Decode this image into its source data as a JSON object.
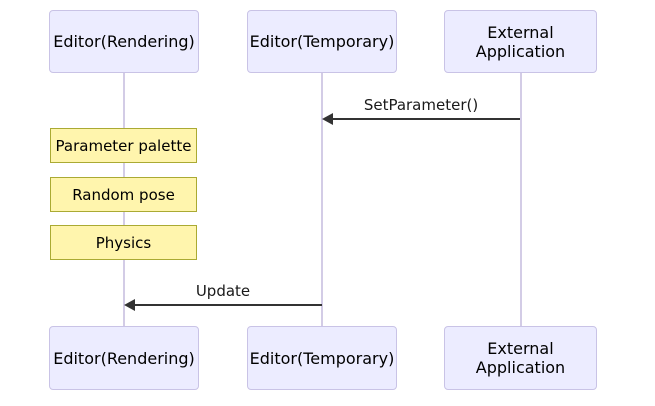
{
  "diagram": {
    "type": "sequence-diagram",
    "actors": [
      {
        "name": "Editor(Rendering)"
      },
      {
        "name": "Editor(Temporary)"
      },
      {
        "name": "External Application"
      }
    ],
    "messages": [
      {
        "label": "SetParameter()",
        "from": "External Application",
        "to": "Editor(Temporary)",
        "style": "solid-filled-arrow"
      },
      {
        "label": "Update",
        "from": "Editor(Temporary)",
        "to": "Editor(Rendering)",
        "style": "solid-filled-arrow"
      }
    ],
    "notes": [
      {
        "label": "Parameter palette",
        "over": "Editor(Rendering)"
      },
      {
        "label": "Random pose",
        "over": "Editor(Rendering)"
      },
      {
        "label": "Physics",
        "over": "Editor(Rendering)"
      }
    ],
    "colors": {
      "background": "#FFFFFF",
      "actor_fill": "#ECECFF",
      "actor_border": "#C9C3E6",
      "note_fill": "#FFF5AD",
      "note_border": "#AAAA33",
      "lifeline": "#D3CCE6",
      "arrow": "#333333"
    }
  }
}
